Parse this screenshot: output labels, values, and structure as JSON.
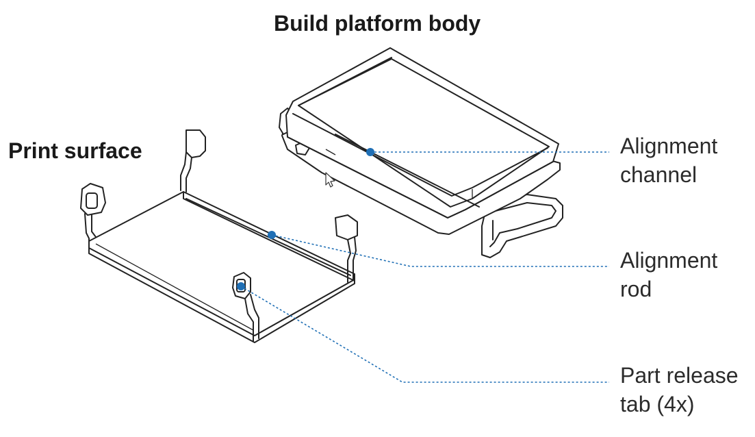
{
  "labels": {
    "build_platform_body": "Build platform body",
    "print_surface": "Print surface"
  },
  "callouts": {
    "alignment_channel": {
      "line1": "Alignment",
      "line2": "channel"
    },
    "alignment_rod": {
      "line1": "Alignment",
      "line2": "rod"
    },
    "part_release_tab": {
      "line1": "Part release",
      "line2": "tab (4x)"
    }
  },
  "colors": {
    "leader": "#1f6fb5",
    "ink": "#222222",
    "text": "#2b2b2b"
  },
  "icons": {
    "cursor": "mouse-pointer-arrow-icon"
  }
}
